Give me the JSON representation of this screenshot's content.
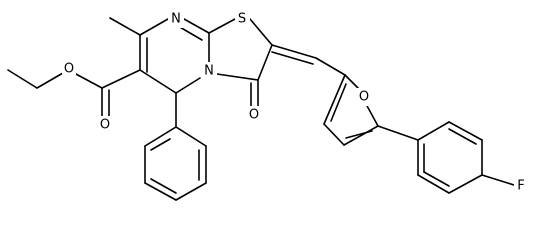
{
  "structure": {
    "atoms": [
      {
        "id": "N1",
        "label": "N"
      },
      {
        "id": "S1",
        "label": "S"
      },
      {
        "id": "N2",
        "label": "N"
      },
      {
        "id": "O1",
        "label": "O"
      },
      {
        "id": "O2",
        "label": "O"
      },
      {
        "id": "O3",
        "label": "O"
      },
      {
        "id": "O4",
        "label": "O"
      },
      {
        "id": "F1",
        "label": "F"
      }
    ]
  }
}
